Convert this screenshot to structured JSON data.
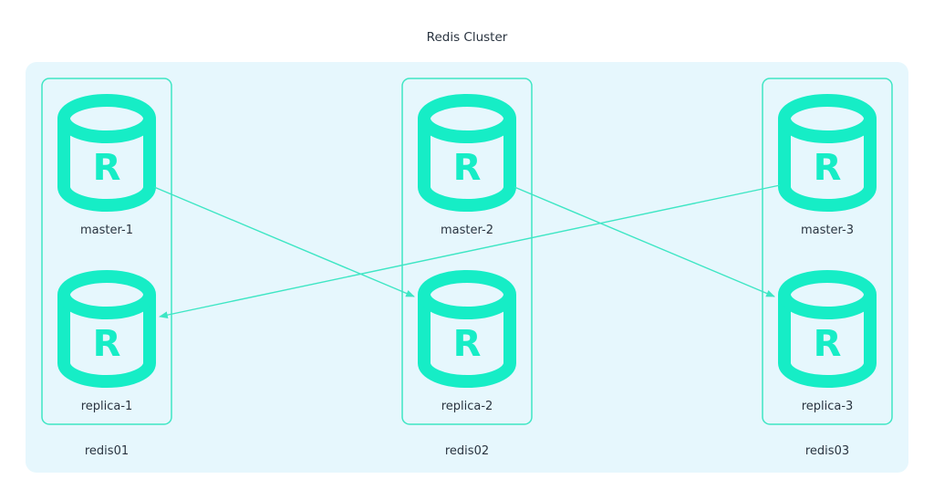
{
  "diagram": {
    "title": "Redis Cluster",
    "colors": {
      "accent": "#16edc6",
      "border": "#3ee6c4",
      "cluster_fill": "#e6f7fd",
      "text": "#2a3440"
    },
    "hosts": [
      {
        "id": "redis01",
        "label": "redis01",
        "nodes": [
          {
            "id": "master-1",
            "label": "master-1",
            "role": "master",
            "icon": "redis-database-icon",
            "glyph": "R"
          },
          {
            "id": "replica-1",
            "label": "replica-1",
            "role": "replica",
            "icon": "redis-database-icon",
            "glyph": "R"
          }
        ]
      },
      {
        "id": "redis02",
        "label": "redis02",
        "nodes": [
          {
            "id": "master-2",
            "label": "master-2",
            "role": "master",
            "icon": "redis-database-icon",
            "glyph": "R"
          },
          {
            "id": "replica-2",
            "label": "replica-2",
            "role": "replica",
            "icon": "redis-database-icon",
            "glyph": "R"
          }
        ]
      },
      {
        "id": "redis03",
        "label": "redis03",
        "nodes": [
          {
            "id": "master-3",
            "label": "master-3",
            "role": "master",
            "icon": "redis-database-icon",
            "glyph": "R"
          },
          {
            "id": "replica-3",
            "label": "replica-3",
            "role": "replica",
            "icon": "redis-database-icon",
            "glyph": "R"
          }
        ]
      }
    ],
    "edges": [
      {
        "from": "master-1",
        "to": "replica-2"
      },
      {
        "from": "master-2",
        "to": "replica-3"
      },
      {
        "from": "master-3",
        "to": "replica-1"
      }
    ]
  }
}
